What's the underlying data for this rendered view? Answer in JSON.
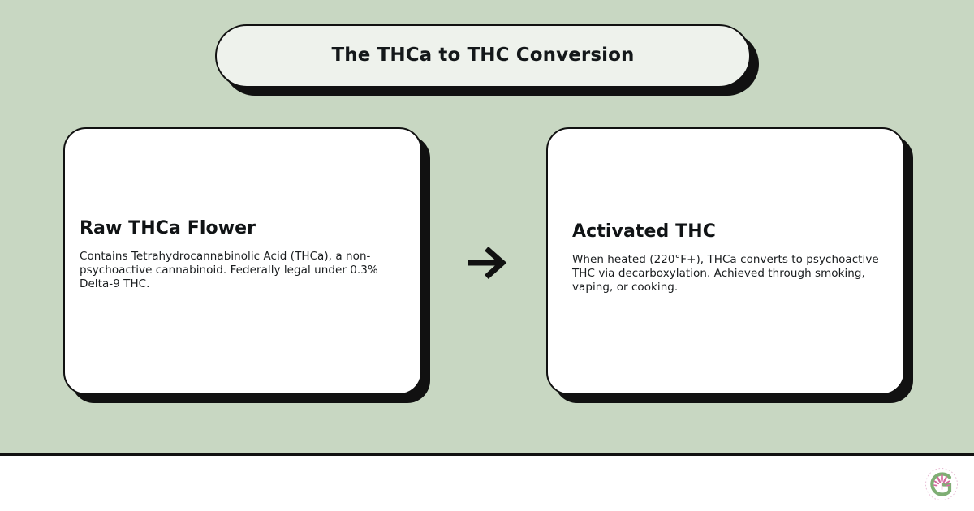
{
  "page": {
    "background_color": "#c8d7c2",
    "footer_background_color": "#ffffff"
  },
  "title": {
    "text": "The THCa to THC Conversion",
    "pill_color": "#eef2ec",
    "border_color": "#111111",
    "shadow_color": "#111111"
  },
  "steps": [
    {
      "heading": "Raw THCa Flower",
      "body": "Contains Tetrahydrocannabinolic Acid (THCa), a non-psychoactive cannabinoid. Federally legal under 0.3% Delta-9 THC.",
      "card_color": "#ffffff"
    },
    {
      "heading": "Activated THC",
      "body": "When heated (220°F+), THCa converts to psychoactive THC via decarboxylation. Achieved through smoking, vaping, or cooking.",
      "card_color": "#ffffff"
    }
  ],
  "connector": {
    "icon": "arrow-right-icon",
    "color": "#111111"
  },
  "footer": {
    "logo": {
      "icon": "cannabis-leaf-logo",
      "letter": "G",
      "letter_color": "#6aa361",
      "leaf_color": "#d46a9f",
      "ring_text_color": "#d46a9f"
    }
  }
}
